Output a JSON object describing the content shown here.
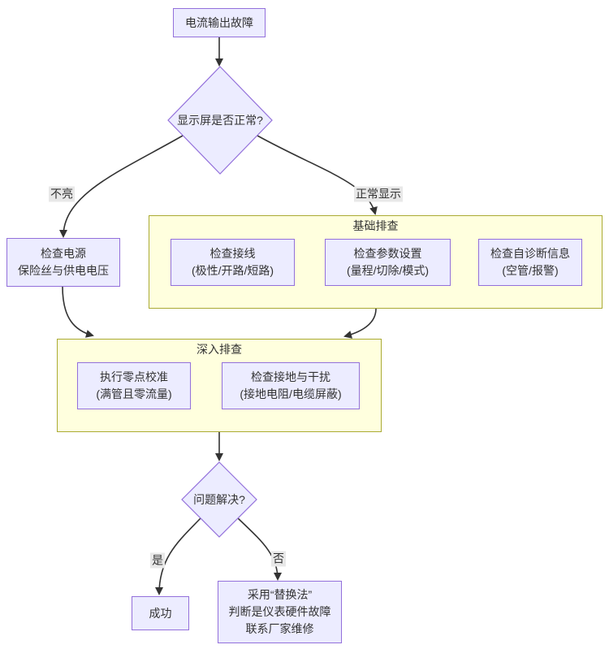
{
  "flowchart": {
    "nodes": {
      "start": "电流输出故障",
      "display_decision": "显示屏是否正常?",
      "check_power": "检查电源\n保险丝与供电电压",
      "check_wiring": "检查接线\n(极性/开路/短路)",
      "check_params": "检查参数设置\n(量程/切除/模式)",
      "check_diagnostics": "检查自诊断信息\n(空管/报警)",
      "zero_calibration": "执行零点校准\n(满管且零流量)",
      "check_grounding": "检查接地与干扰\n(接地电阻/电缆屏蔽)",
      "solved_decision": "问题解决?",
      "success": "成功",
      "replacement": "采用“替换法”\n判断是仪表硬件故障\n联系厂家维修"
    },
    "subgraphs": {
      "basic": "基础排查",
      "deep": "深入排查"
    },
    "edge_labels": {
      "not_lit": "不亮",
      "normal_display": "正常显示",
      "yes": "是",
      "no": "否"
    },
    "colors": {
      "node_fill": "#ECECFF",
      "node_border": "#9370DB",
      "cluster_fill": "#FFFFDE",
      "cluster_border": "#AAAA33",
      "edge_line": "#333333",
      "edge_label_bg": "#E8E8E8",
      "text": "#333333",
      "background": "#FFFFFF"
    }
  }
}
